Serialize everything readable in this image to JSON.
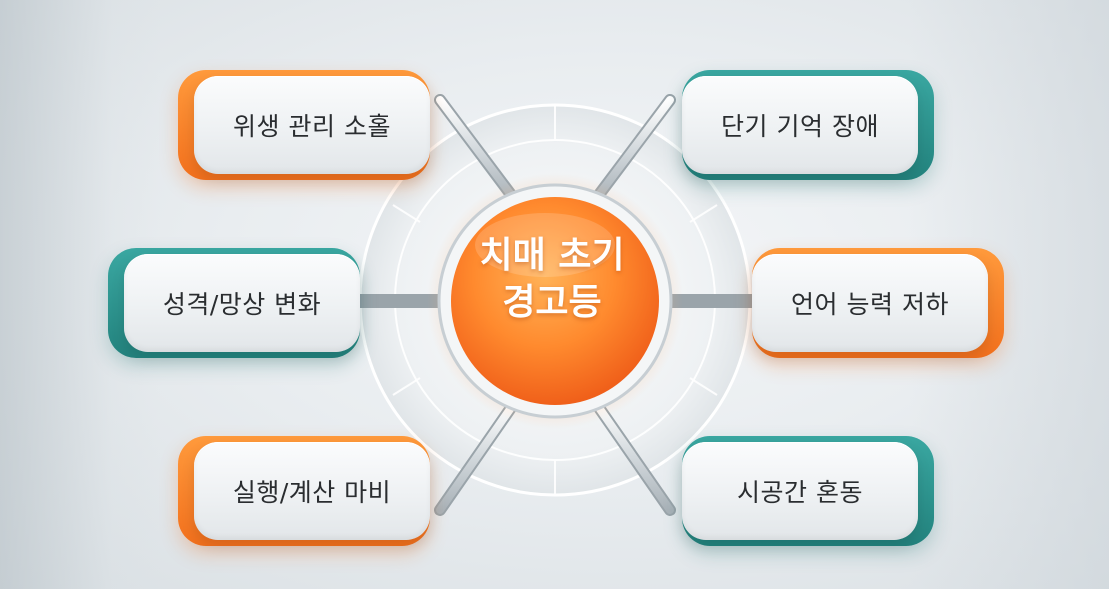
{
  "center": {
    "line1": "치매 초기",
    "line2": "경고등"
  },
  "signs": [
    {
      "label": "위생 관리 소홀",
      "accent": "#f57a22"
    },
    {
      "label": "단기 기억 장애",
      "accent": "#2e9690"
    },
    {
      "label": "성격/망상 변화",
      "accent": "#2e9690"
    },
    {
      "label": "언어 능력 저하",
      "accent": "#f57a22"
    },
    {
      "label": "실행/계산 마비",
      "accent": "#f57a22"
    },
    {
      "label": "시공간 혼동",
      "accent": "#2e9690"
    }
  ]
}
